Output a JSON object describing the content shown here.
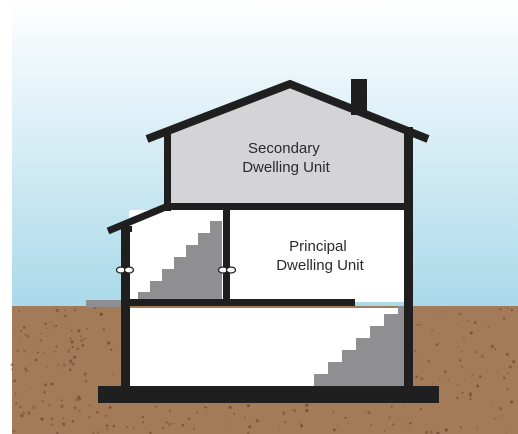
{
  "labels": {
    "secondary_unit": {
      "line1": "Secondary",
      "line2": "Dwelling Unit"
    },
    "principal_unit": {
      "line1": "Principal",
      "line2": "Dwelling Unit"
    }
  },
  "colors": {
    "sky_top": "#ffffff",
    "sky_bottom": "#a9d9ea",
    "ground": "#a47b58",
    "ground_speckle": "#6e4e33",
    "wall": "#1f1f1f",
    "secondary_unit_fill": "#d4d4d6",
    "stair_fill": "#8f8f91",
    "interior_fill": "#ffffff"
  }
}
